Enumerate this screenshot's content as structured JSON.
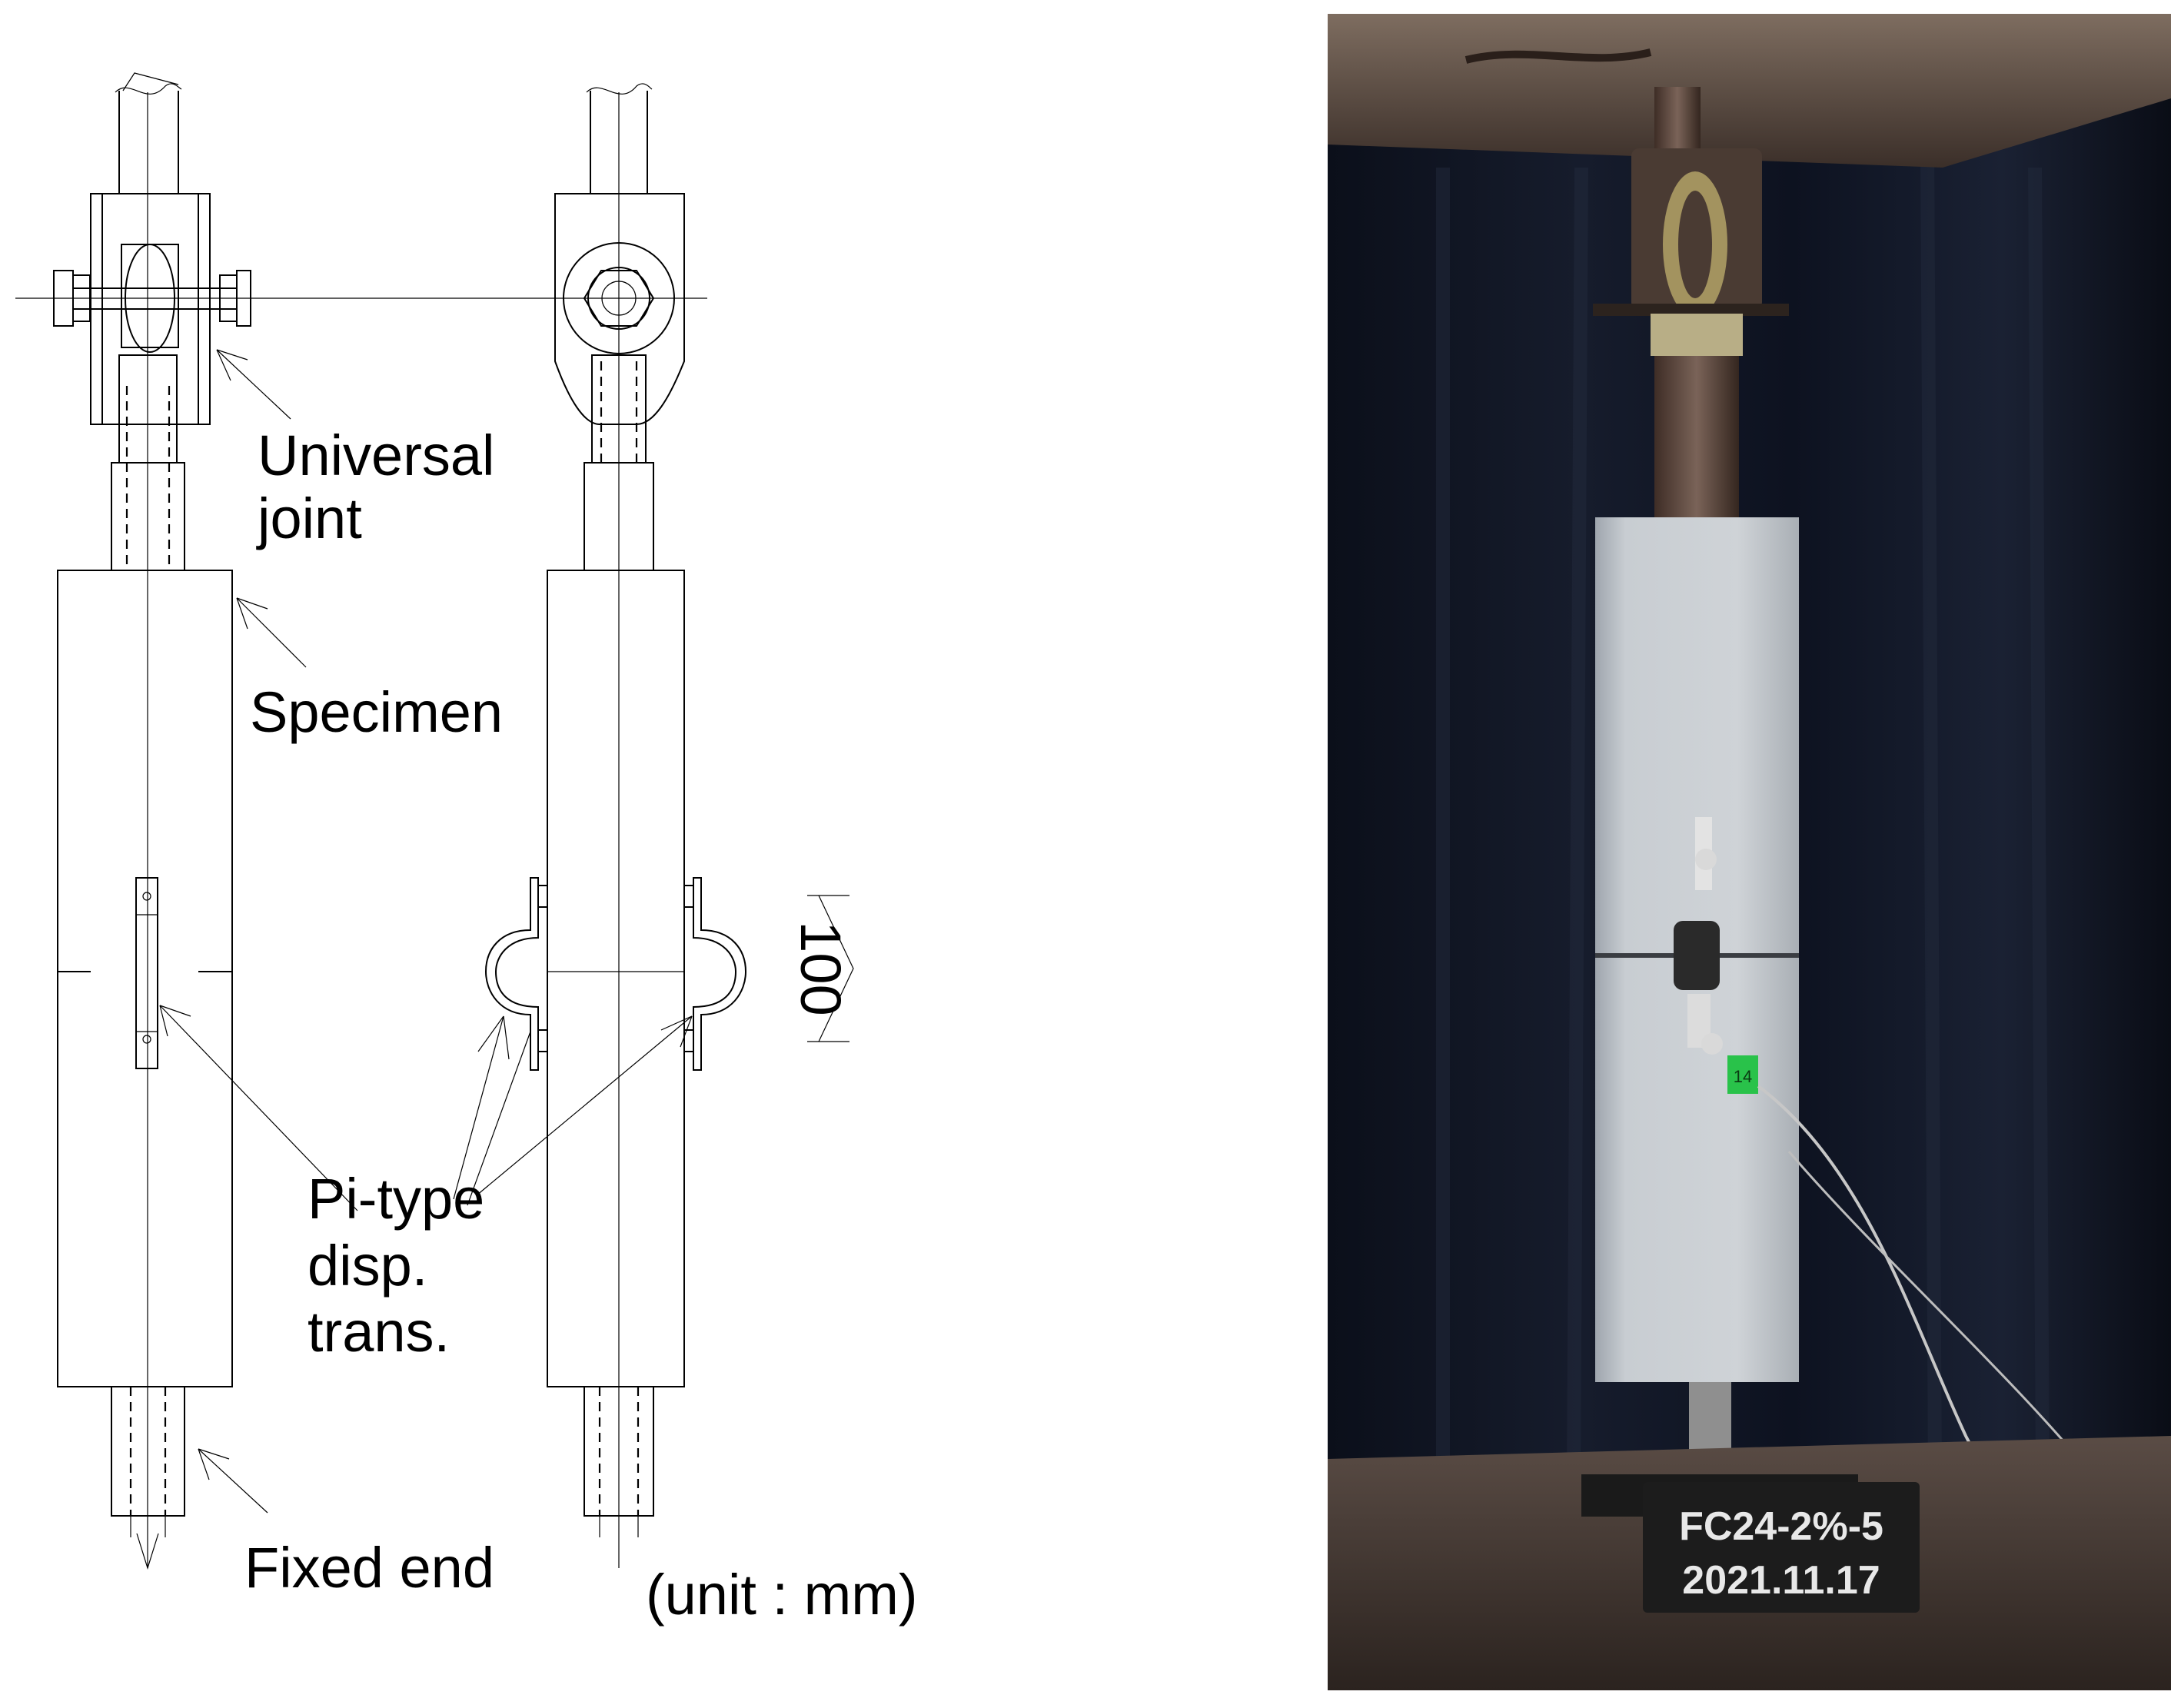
{
  "drawing": {
    "labels": {
      "universal_joint_line1": "Universal",
      "universal_joint_line2": "joint",
      "specimen": "Specimen",
      "pi_type_line1": "Pi-type",
      "pi_type_line2": "disp.",
      "pi_type_line3": "trans.",
      "fixed_end": "Fixed end",
      "unit": "(unit : mm)",
      "dimension": "100"
    }
  },
  "photo": {
    "plate_line1": "FC24-2%-5",
    "plate_line2": "2021.11.17",
    "tag_text": "14"
  },
  "colors": {
    "background": "#ffffff",
    "line": "#000000",
    "curtain": "#0e1320",
    "specimen": "#c9cdd2"
  }
}
